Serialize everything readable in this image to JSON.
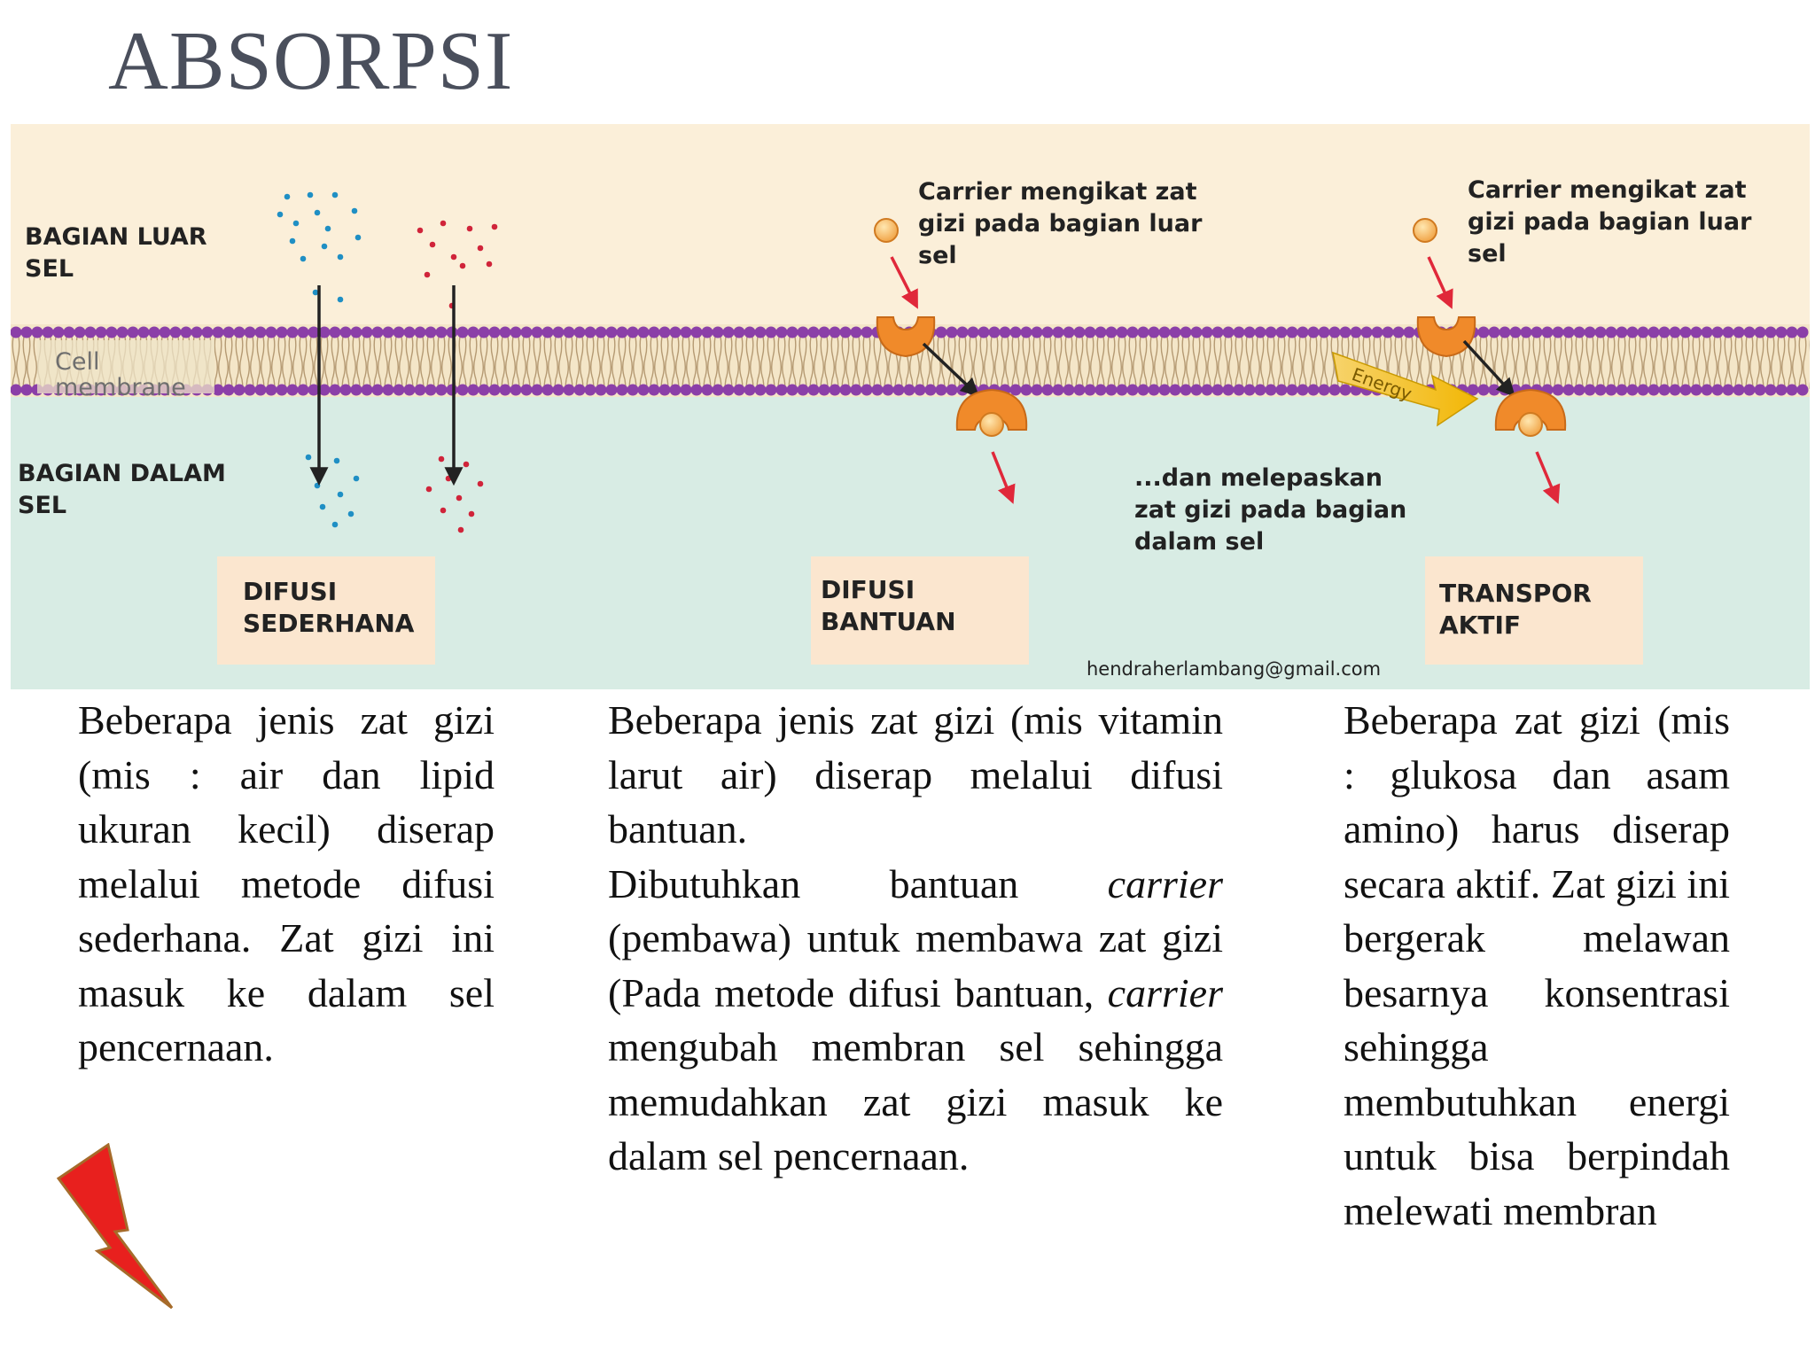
{
  "slide": {
    "title": "ABSORPSI"
  },
  "diagram": {
    "outer_label": [
      "BAGIAN LUAR",
      "SEL"
    ],
    "inner_label": [
      "BAGIAN DALAM",
      "SEL"
    ],
    "membrane_label": [
      "Cell",
      "membrane"
    ],
    "carrier_note_1": [
      "Carrier mengikat zat",
      "gizi pada bagian luar",
      "sel"
    ],
    "carrier_note_2": [
      "Carrier mengikat zat",
      "gizi pada bagian luar",
      "sel"
    ],
    "release_note": [
      "...dan melepaskan",
      "zat gizi pada bagian",
      "dalam sel"
    ],
    "energy_label": "Energy",
    "box_1": [
      "DIFUSI",
      "SEDERHANA"
    ],
    "box_2": [
      "DIFUSI",
      "BANTUAN"
    ],
    "box_3": [
      "TRANSPOR",
      "AKTIF"
    ],
    "credit": "hendraherlambang@gmail.com",
    "colors": {
      "outside": "#fbefd9",
      "inside": "#d8ece4",
      "phospholipid": "#8b3fa8",
      "carrier": "#f08a2a",
      "arrow_red": "#e0283a",
      "energy": "#f2b705"
    }
  },
  "columns": {
    "col1": "Beberapa jenis zat gizi (mis : air dan lipid ukuran kecil) diserap melalui metode difusi sederhana. Zat gizi ini masuk ke dalam sel pencernaan.",
    "col2_a": "Beberapa jenis zat gizi (mis vitamin larut air) diserap melalui difusi bantuan.",
    "col2_b_pre": "Dibutuhkan bantuan ",
    "col2_b_em1": "carrier",
    "col2_b_mid": " (pembawa) untuk membawa zat gizi (Pada metode difusi bantuan, ",
    "col2_b_em2": "carrier",
    "col2_b_post": " mengubah membran sel sehingga memudahkan zat gizi masuk ke dalam sel pencernaan.",
    "col3": "Beberapa zat gizi (mis : glukosa dan asam amino) harus diserap secara aktif. Zat gizi ini bergerak melawan besarnya konsentrasi sehingga membutuhkan energi untuk bisa berpindah melewati membran"
  },
  "icons": {
    "corner": "lightning-bolt-icon"
  }
}
